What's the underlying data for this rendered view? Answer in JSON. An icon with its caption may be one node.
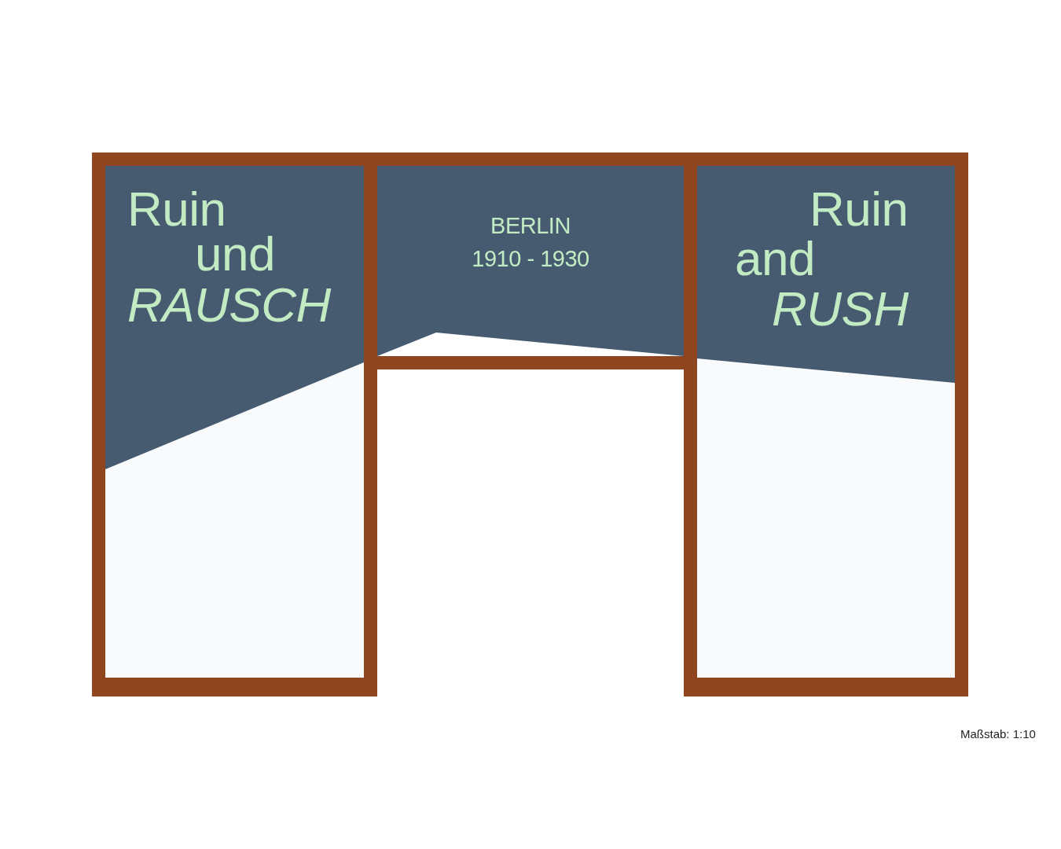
{
  "diagram": {
    "nodes": [
      {
        "text": [
          "Ruin",
          "und",
          "RAUSCH"
        ]
      },
      {
        "text": [
          "BERLIN",
          "1910 - 1930"
        ]
      },
      {
        "text": [
          "Ruin",
          "and",
          "RUSH"
        ]
      }
    ],
    "labels": [
      "Maßstab: 1:10"
    ]
  }
}
